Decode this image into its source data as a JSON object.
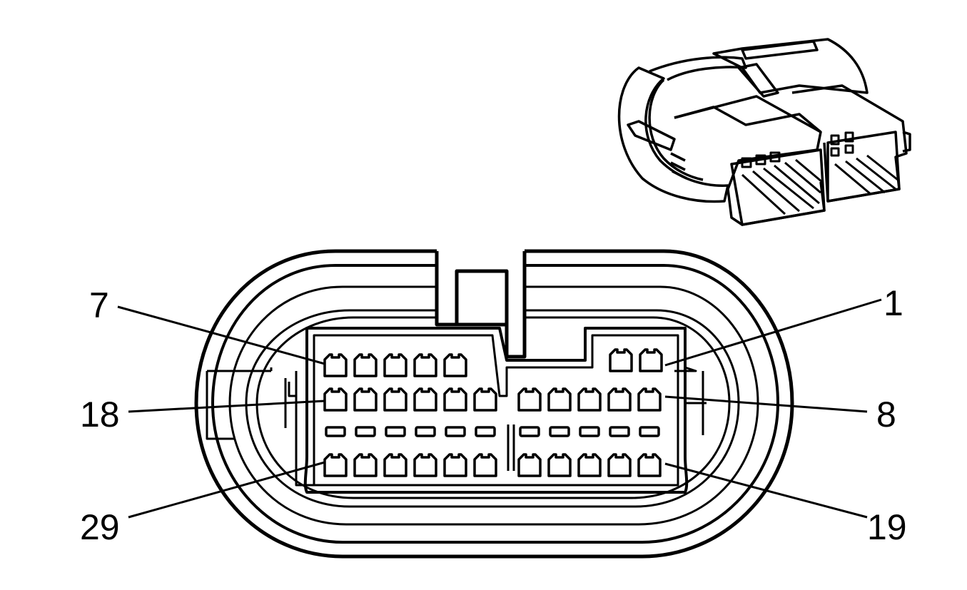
{
  "colors": {
    "line": "#000000",
    "background": "#ffffff"
  },
  "pin_labels": {
    "pin_7": "7",
    "pin_1": "1",
    "pin_18": "18",
    "pin_8": "8",
    "pin_29": "29",
    "pin_19": "19"
  },
  "connector": {
    "row_top_left_cavities": 5,
    "row_top_right_cavities": 2,
    "row_middle_cavities": 11,
    "row_lock_slots": 11,
    "row_bottom_cavities": 11
  }
}
